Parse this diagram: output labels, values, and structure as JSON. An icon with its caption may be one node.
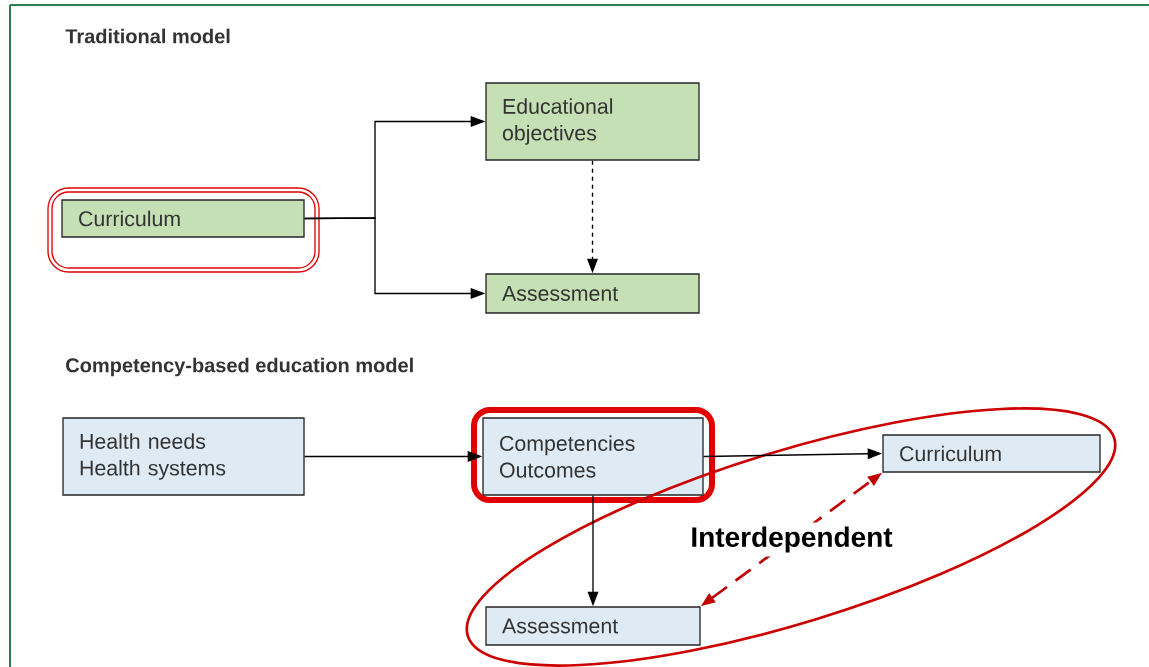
{
  "diagram": {
    "nodes": [
      {
        "text": [
          "Curriculum"
        ]
      },
      {
        "text": [
          "Educational objectives"
        ]
      },
      {
        "text": [
          "Assessment"
        ]
      },
      {
        "text": [
          "Health needs",
          "Health systems"
        ]
      },
      {
        "text": [
          "Competencies",
          "Outcomes"
        ]
      },
      {
        "text": [
          "Curriculum"
        ]
      },
      {
        "text": [
          "Assessment"
        ]
      }
    ],
    "edges": [
      {
        "from": 0,
        "to": 1,
        "arrow": "to"
      },
      {
        "from": 0,
        "to": 2,
        "arrow": "to"
      },
      {
        "from": 1,
        "to": 2,
        "arrow": "to",
        "style": "dashed"
      },
      {
        "from": 3,
        "to": 4,
        "arrow": "to"
      },
      {
        "from": 4,
        "to": 5,
        "arrow": "to"
      },
      {
        "from": 4,
        "to": 6,
        "arrow": "to"
      },
      {
        "from": 6,
        "to": 5,
        "arrow": "both",
        "style": "dashed",
        "color": "#c00000",
        "label": "Interdependent"
      }
    ],
    "labels": [
      "Traditional model",
      "Competency-based education model"
    ]
  }
}
